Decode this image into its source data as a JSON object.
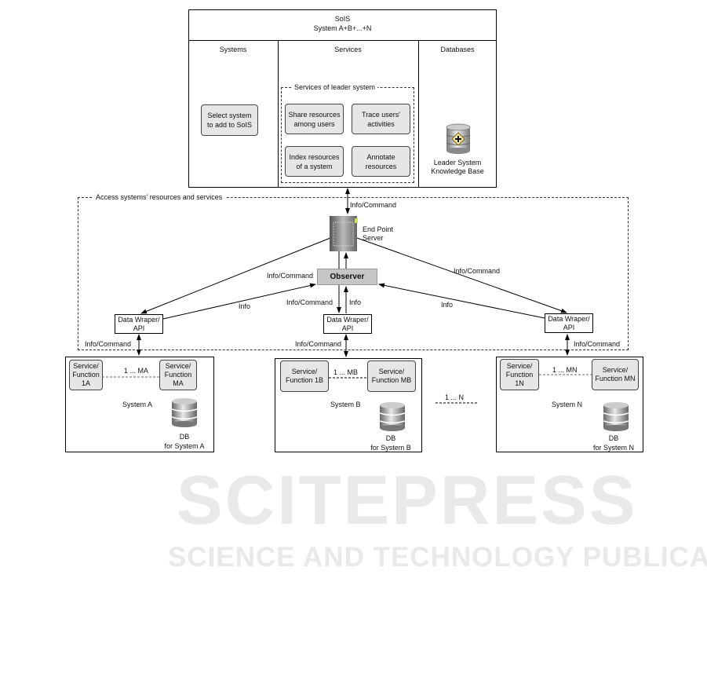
{
  "sois": {
    "title": "SoIS",
    "subtitle": "System A+B+...+N"
  },
  "columns": {
    "systems": "Systems",
    "services": "Services",
    "databases": "Databases"
  },
  "select_system": "Select system to add to SoIS",
  "leader_services": {
    "label": "Services of leader system",
    "items": [
      "Share resources among users",
      "Trace users' activities",
      "Index resources of a system",
      "Annotate resources"
    ]
  },
  "knowledge_base": "Leader System Knowledge Base",
  "access": {
    "label": "Access systems' resources and services"
  },
  "end_point": "End Point Server",
  "observer": "Observer",
  "wrapper": "Data Wraper/ API",
  "labels": {
    "info_command": "Info/Command",
    "info": "Info"
  },
  "systems": [
    {
      "name": "System A",
      "first": "Service/ Function 1A",
      "last": "Service/ Function MA",
      "range": "1 ... MA",
      "db": "DB",
      "db_for": "for System A"
    },
    {
      "name": "System B",
      "first": "Service/ Function 1B",
      "last": "Service/ Function MB",
      "range": "1 ... MB",
      "db": "DB",
      "db_for": "for System B"
    },
    {
      "name": "System N",
      "first": "Service/ Function 1N",
      "last": "Service/ Function MN",
      "range": "1 ... MN",
      "db": "DB",
      "db_for": "for System N"
    }
  ],
  "systems_range": "1 ... N",
  "watermark": {
    "main": "SCITEPRESS",
    "sub": "SCIENCE AND TECHNOLOGY PUBLICATIONS"
  }
}
